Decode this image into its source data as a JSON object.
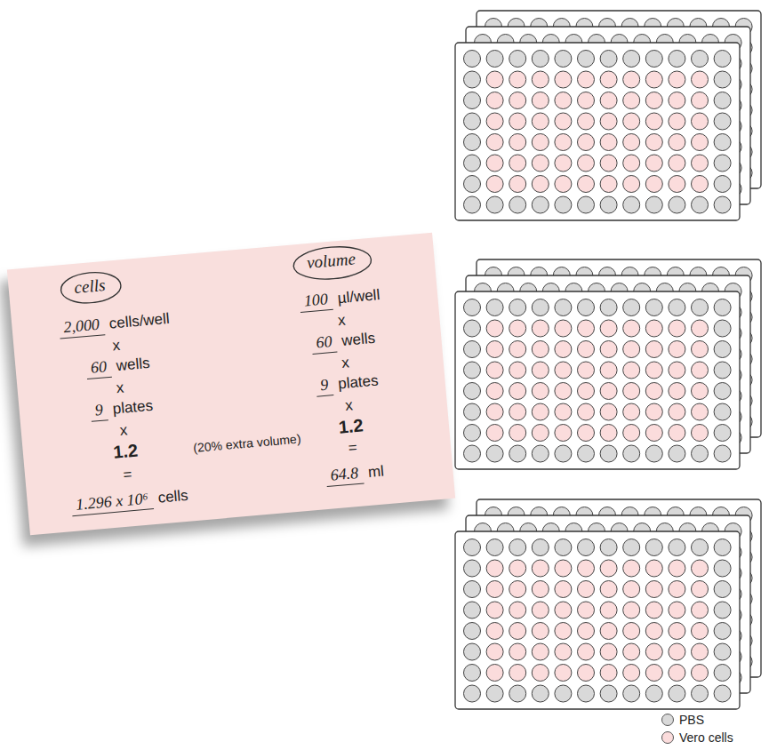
{
  "diagram": {
    "nodes": [
      {
        "text": [
          "2,000",
          "cells/well",
          "x",
          "60",
          "wells",
          "x",
          "9",
          "plates",
          "x",
          "1.2",
          "(20% extra volume)",
          "=",
          "1.296 x 10⁶",
          "cells",
          "100",
          "µl/well",
          "x",
          "60",
          "wells",
          "x",
          "9",
          "plates",
          "x",
          "1.2",
          "=",
          "64.8",
          "ml"
        ]
      },
      {
        "text": [
          "cells"
        ],
        "in": 0
      },
      {
        "text": [
          "volume"
        ],
        "in": 0
      }
    ],
    "legend": [
      {
        "text": "PBS",
        "color": "#d9d9d9"
      },
      {
        "text": "Vero cells",
        "color": "#fbdcdc"
      }
    ]
  }
}
